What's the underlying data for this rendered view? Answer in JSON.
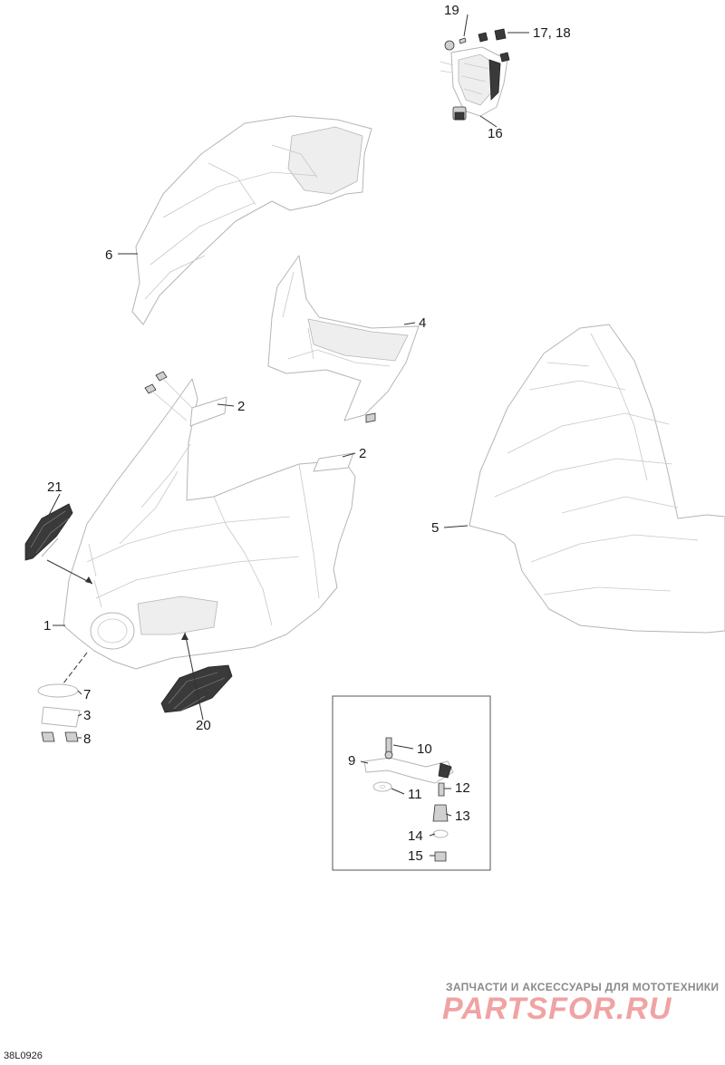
{
  "diagram": {
    "id_label": "38L0926",
    "callouts": {
      "c1": "1",
      "c2a": "2",
      "c2b": "2",
      "c3": "3",
      "c4": "4",
      "c5": "5",
      "c6": "6",
      "c7": "7",
      "c8": "8",
      "c9": "9",
      "c10": "10",
      "c11": "11",
      "c12": "12",
      "c13": "13",
      "c14": "14",
      "c15": "15",
      "c16": "16",
      "c17_18": "17, 18",
      "c19": "19",
      "c20": "20",
      "c21": "21"
    }
  },
  "watermark": {
    "tagline": "ЗАПЧАСТИ И АКСЕССУАРЫ ДЛЯ МОТОТЕХНИКИ",
    "logo_text": "PARTSFOR.RU"
  }
}
